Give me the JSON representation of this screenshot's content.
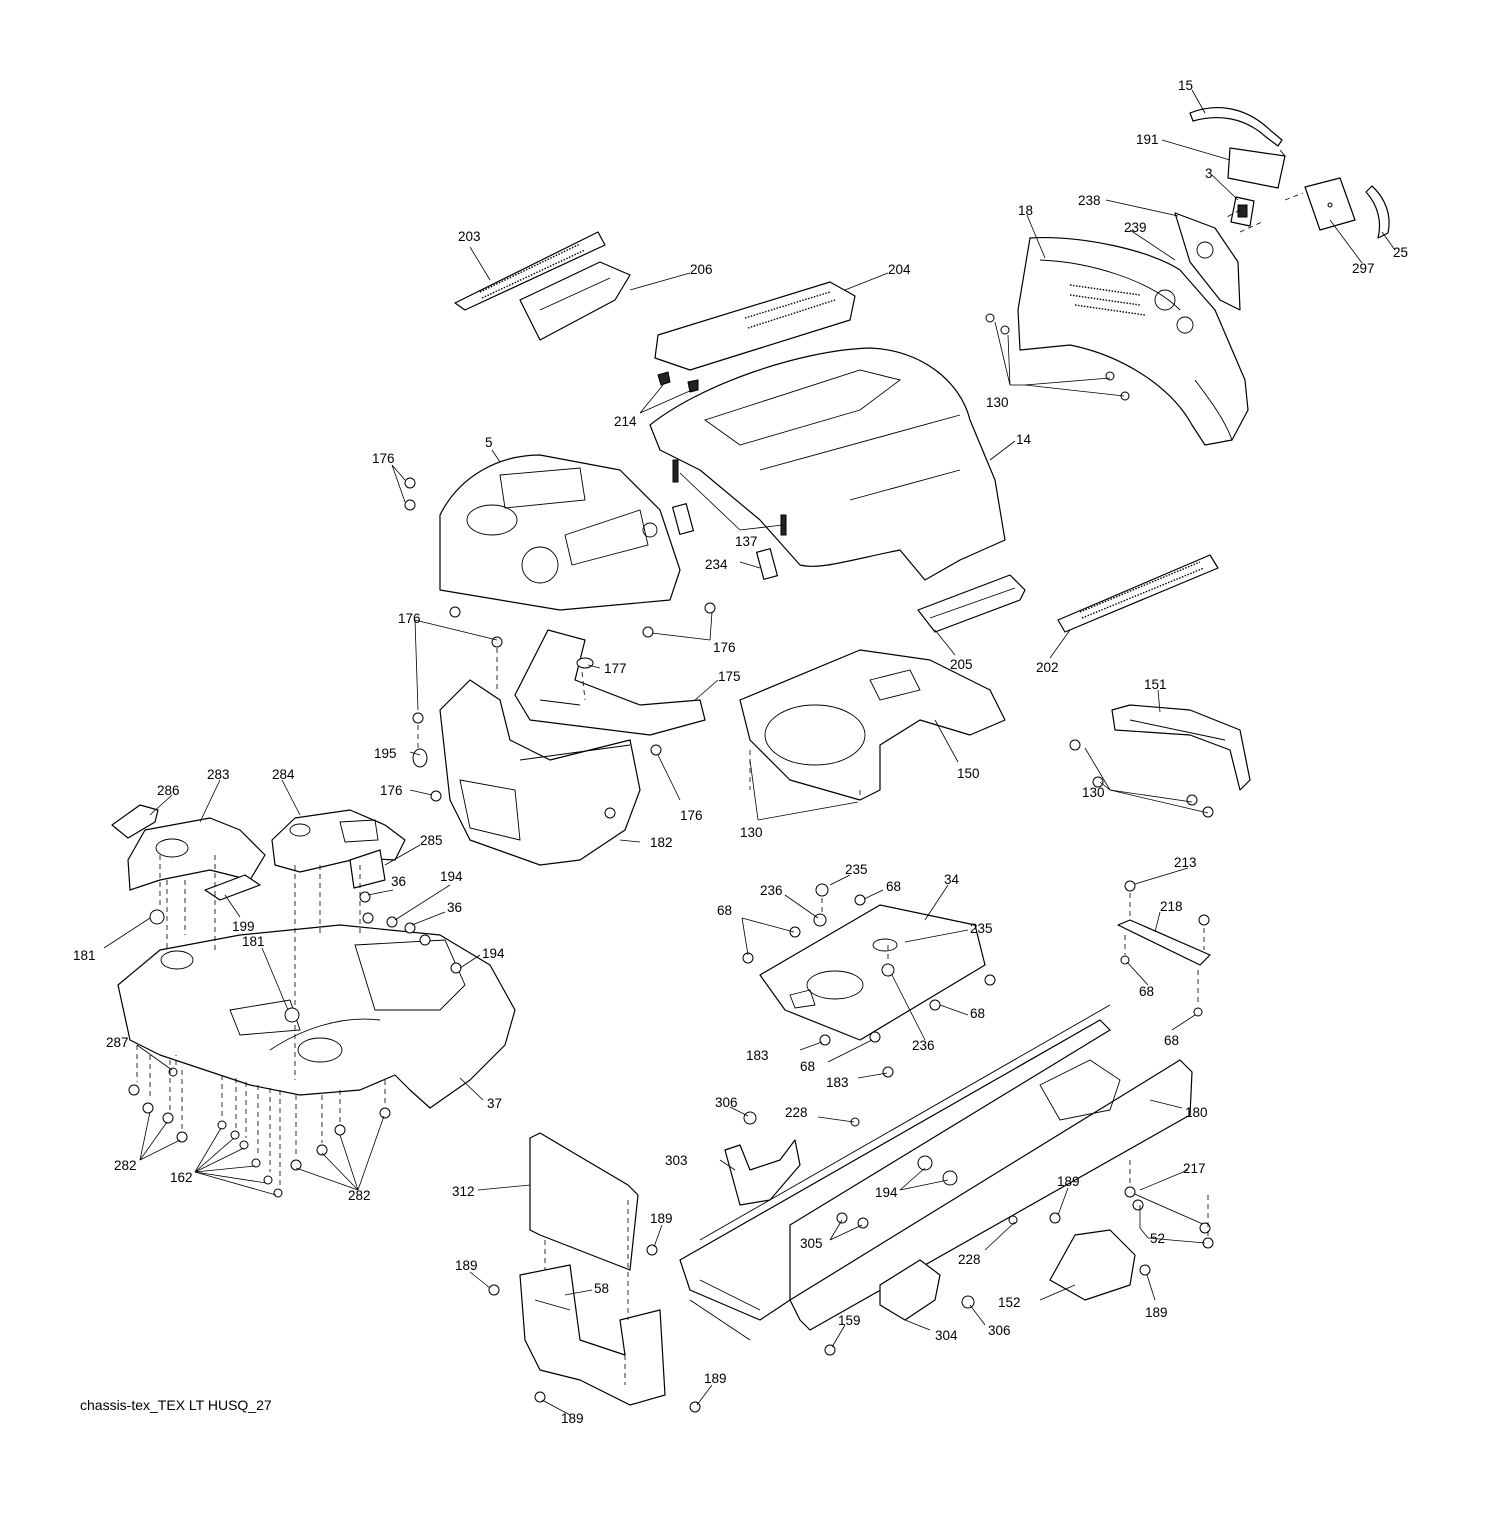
{
  "caption": "chassis-tex_TEX LT HUSQ_27",
  "labels": {
    "p15": "15",
    "p191": "191",
    "p3": "3",
    "p238": "238",
    "p239": "239",
    "p18": "18",
    "p297": "297",
    "p25": "25",
    "p130a": "130",
    "p203": "203",
    "p206": "206",
    "p204": "204",
    "p214": "214",
    "p5": "5",
    "p14": "14",
    "p176a": "176",
    "p137": "137",
    "p234": "234",
    "p176b": "176",
    "p205": "205",
    "p202": "202",
    "p176c": "176",
    "p177": "177",
    "p175": "175",
    "p151": "151",
    "p150": "150",
    "p195": "195",
    "p176d": "176",
    "p176e": "176",
    "p182": "182",
    "p130b": "130",
    "p130c": "130",
    "p286": "286",
    "p283": "283",
    "p284": "284",
    "p285": "285",
    "p235a": "235",
    "p236a": "236",
    "p68a": "68",
    "p34": "34",
    "p213": "213",
    "p36a": "36",
    "p194a": "194",
    "p36b": "36",
    "p68b": "68",
    "p235b": "235",
    "p218": "218",
    "p199": "199",
    "p181a": "181",
    "p181b": "181",
    "p194b": "194",
    "p68c": "68",
    "p68d": "68",
    "p236b": "236",
    "p68e": "68",
    "p287": "287",
    "p183a": "183",
    "p68f": "68",
    "p183b": "183",
    "p37": "37",
    "p306a": "306",
    "p228a": "228",
    "p180": "180",
    "p282a": "282",
    "p162": "162",
    "p282b": "282",
    "p303": "303",
    "p194c": "194",
    "p217": "217",
    "p312": "312",
    "p189a": "189",
    "p305": "305",
    "p52": "52",
    "p189b": "189",
    "p189c": "189",
    "p58": "58",
    "p228b": "228",
    "p152": "152",
    "p189d": "189",
    "p159": "159",
    "p306b": "306",
    "p304": "304",
    "p189e": "189",
    "p189f": "189"
  }
}
